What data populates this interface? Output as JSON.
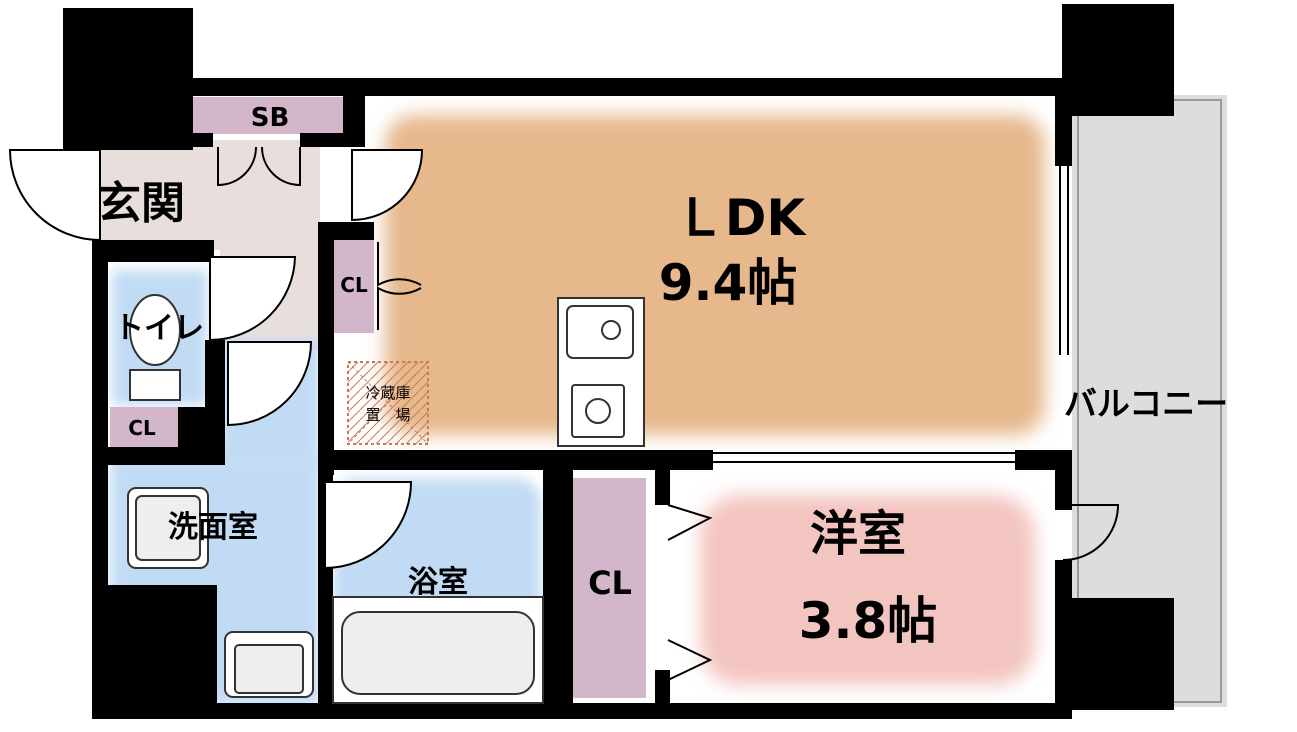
{
  "rooms": {
    "entrance": "玄関",
    "sb": "SB",
    "ldk_name": "ＬDK",
    "ldk_size": "9.4帖",
    "closet_small": "CL",
    "toilet": "トイレ",
    "toilet_closet": "CL",
    "fridge_line1": "冷蔵庫",
    "fridge_line2": "置　場",
    "washroom": "洗面室",
    "bathroom": "浴室",
    "closet_large": "CL",
    "western_name": "洋室",
    "western_size": "3.8帖",
    "balcony": "バルコニー"
  },
  "colors": {
    "ldk": "#e6b88c",
    "western": "#f3c5c0",
    "closet": "#d3b6c9",
    "water": "#c1dbf4",
    "hall": "#e8dfdc",
    "wall": "#000000",
    "balcony": "#dddddd"
  }
}
